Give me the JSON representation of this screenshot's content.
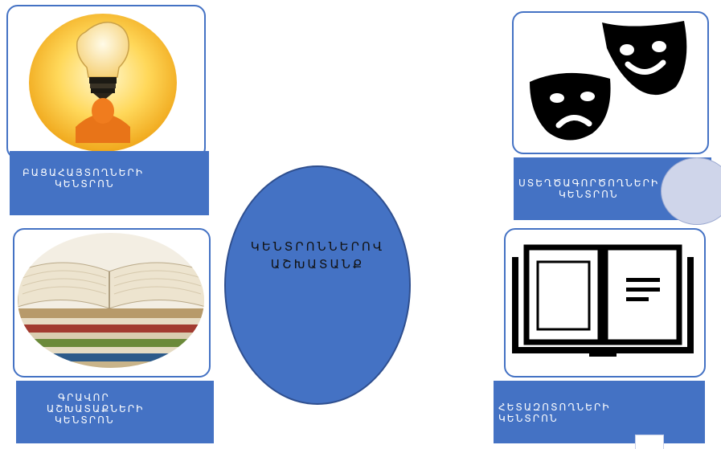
{
  "center": {
    "line1": "ԿԵՆՏՐՈՆՆԵՐՈՎ",
    "line2": "ԱՇԽԱՏԱՆՔ"
  },
  "cards": [
    {
      "id": "discoverers",
      "image": "lightbulb-icon",
      "label_line1": "ԲԱՑԱՀԱՅՏՈՂՆԵՐԻ",
      "label_line2": "ԿԵՆՏՐՈՆ"
    },
    {
      "id": "creators",
      "image": "theater-masks-icon",
      "label_line1": "ՍՏԵՂԾԱԳՈՐԾՈՂՆԵՐԻ",
      "label_line2": "ԿԵՆՏՐՈՆ"
    },
    {
      "id": "book-lovers",
      "image": "books-stack-image",
      "label_line1": "ԳՐԱՎՈՐ",
      "label_line2": "ԱՇԽԱՏԱՔՆԵՐԻ",
      "label_line3": "ԿԵՆՏՐՈՆ"
    },
    {
      "id": "researchers",
      "image": "open-book-icon",
      "label_line1": "ՀԵՏԱԶՈՏՈՂՆԵՐԻ",
      "label_line2": "ԿԵՆՏՐՈՆ"
    }
  ],
  "colors": {
    "accent": "#4472c4",
    "accent_dark": "#2f4f8f",
    "text_light": "#ffffff"
  }
}
